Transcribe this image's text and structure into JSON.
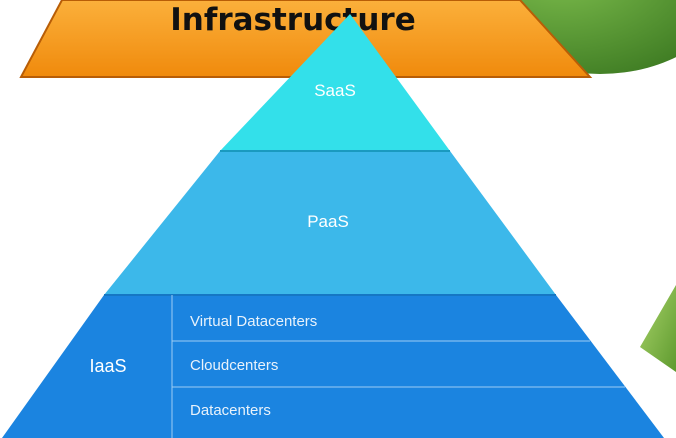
{
  "banner": {
    "title": "Infrastructure",
    "colors": {
      "fill_top": "#fbb03b",
      "fill_bottom": "#f08a0c",
      "stroke": "#b85d06"
    }
  },
  "pyramid": {
    "tiers": [
      {
        "name": "saas",
        "label": "SaaS",
        "color": "#33e0ea"
      },
      {
        "name": "paas",
        "label": "PaaS",
        "color": "#3cb8ea"
      },
      {
        "name": "iaas",
        "label": "IaaS",
        "color": "#1b84e0",
        "layers": [
          {
            "label": "Virtual Datacenters"
          },
          {
            "label": "Cloudcenters"
          },
          {
            "label": "Datacenters"
          }
        ]
      }
    ]
  },
  "decorations": {
    "top_right_shape_color": "#4d8a2c",
    "right_arrow_color": "#7cb342"
  }
}
